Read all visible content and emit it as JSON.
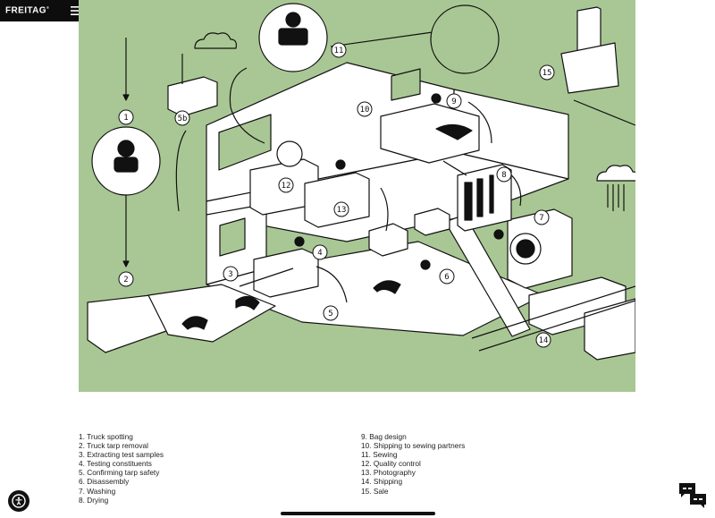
{
  "header": {
    "logo_text": "FREITAG",
    "logo_mark": "®",
    "menu_icon": "hamburger-menu-icon",
    "account_icon": "user-icon"
  },
  "illustration": {
    "background_color": "#a9c794",
    "step_markers": [
      "1",
      "2",
      "3",
      "4",
      "5",
      "5b",
      "6",
      "7",
      "8",
      "9",
      "10",
      "11",
      "12",
      "13",
      "14",
      "15"
    ]
  },
  "legend": {
    "left": [
      "1. Truck spotting",
      "2. Truck tarp removal",
      "3. Extracting test samples",
      "4. Testing constituents",
      "5. Confirming tarp safety",
      "6. Disassembly",
      "7. Washing",
      "8. Drying"
    ],
    "right": [
      "9. Bag design",
      "10. Shipping to sewing partners",
      "11. Sewing",
      "12. Quality control",
      "13. Photography",
      "14. Shipping",
      "15. Sale"
    ]
  },
  "widgets": {
    "accessibility_icon": "accessibility-icon",
    "chat_icon": "chat-bubbles-icon"
  }
}
